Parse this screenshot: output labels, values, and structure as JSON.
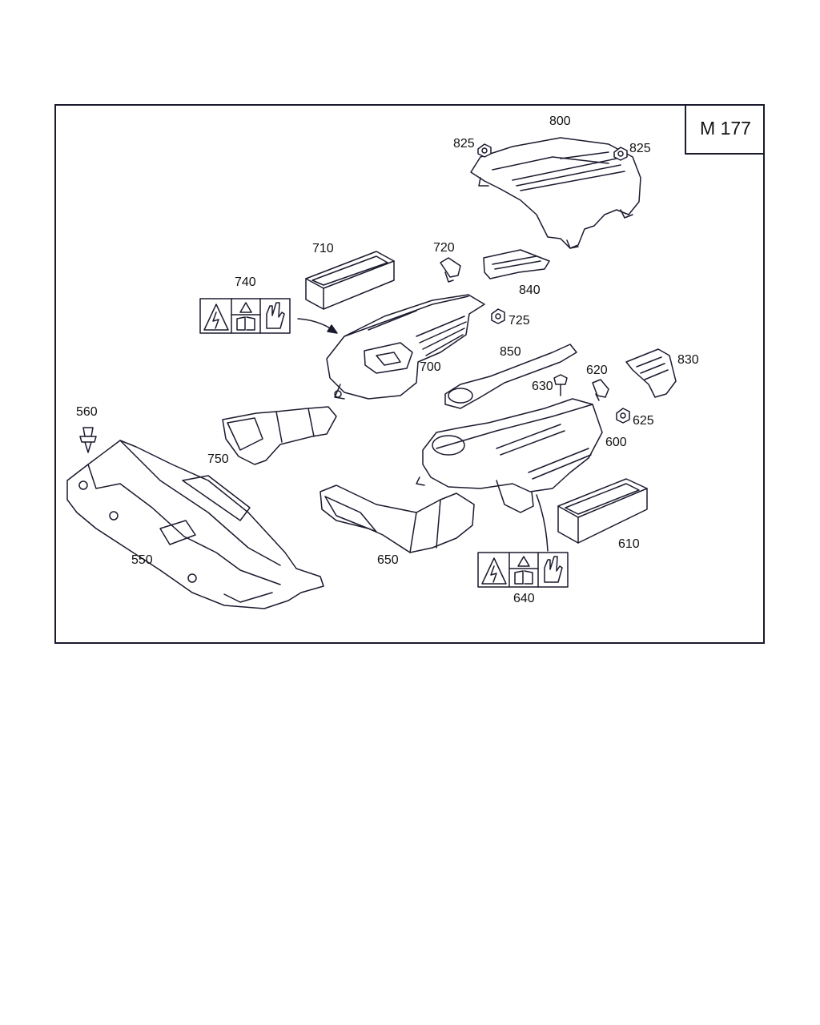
{
  "model_code": "M 177",
  "callouts": {
    "c800": "800",
    "c825a": "825",
    "c825b": "825",
    "c710": "710",
    "c720": "720",
    "c840": "840",
    "c740": "740",
    "c725": "725",
    "c700": "700",
    "c850": "850",
    "c830": "830",
    "c620": "620",
    "c630": "630",
    "c625": "625",
    "c560": "560",
    "c750": "750",
    "c600": "600",
    "c550": "550",
    "c650": "650",
    "c610": "610",
    "c640": "640"
  },
  "colors": {
    "line": "#1a1a2e",
    "frame": "#1a1a2e",
    "label_bg": "#ffffff"
  }
}
